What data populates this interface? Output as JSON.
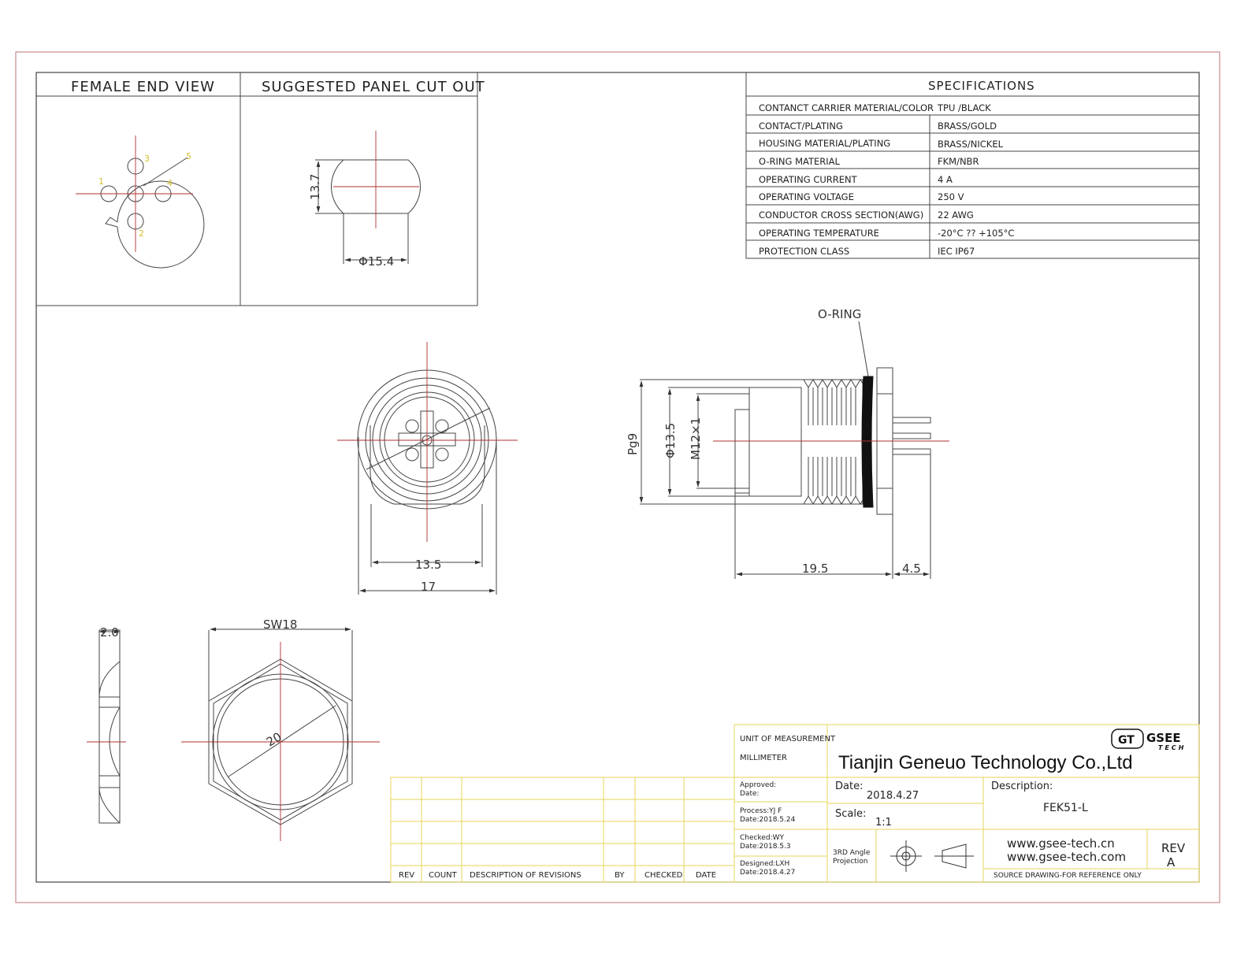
{
  "colors": {
    "frame": "#c98b8b",
    "line": "#444444",
    "center": "#b03030",
    "title_block": "#e6d65a",
    "pin_label": "#d4c030",
    "accent_text": "#222222"
  },
  "views": {
    "female_end_view": "FEMALE END VIEW",
    "panel_cut_out": "SUGGESTED PANEL CUT OUT",
    "pin_numbers": [
      "1",
      "2",
      "3",
      "4",
      "5"
    ]
  },
  "dimensions": {
    "cut_height": "13.7",
    "cut_diameter": "Φ15.4",
    "front_13_5": "13.5",
    "front_17": "17",
    "pg9": "Pg9",
    "phi13_5": "Φ13.5",
    "m12": "M12×1",
    "len_19_5": "19.5",
    "len_4_5": "4.5",
    "nut_thk": "2.0",
    "sw18": "SW18",
    "nut_dia": "20"
  },
  "labels": {
    "o_ring": "O-RING"
  },
  "specifications": {
    "title": "SPECIFICATIONS",
    "rows": [
      {
        "label": "CONTANCT CARRIER MATERIAL/COLOR",
        "value": "TPU /BLACK"
      },
      {
        "label": "CONTACT/PLATING",
        "value": "BRASS/GOLD"
      },
      {
        "label": "HOUSING MATERIAL/PLATING",
        "value": "BRASS/NICKEL"
      },
      {
        "label": "O-RING MATERIAL",
        "value": "FKM/NBR"
      },
      {
        "label": "OPERATING CURRENT",
        "value": "4 A"
      },
      {
        "label": "OPERATING VOLTAGE",
        "value": "250 V"
      },
      {
        "label": "CONDUCTOR CROSS SECTION(AWG)",
        "value": "22 AWG"
      },
      {
        "label": "OPERATING TEMPERATURE",
        "value": "-20°C ?? +105°C"
      },
      {
        "label": "PROTECTION CLASS",
        "value": "IEC  IP67"
      }
    ]
  },
  "revisions": {
    "headers": [
      "REV",
      "COUNT",
      "DESCRIPTION  OF  REVISIONS",
      "BY",
      "CHECKED",
      "DATE"
    ]
  },
  "title_block": {
    "unit_label": "UNIT OF MEASUREMENT",
    "unit_value": "MILLIMETER",
    "company": "Tianjin Geneuo Technology Co.,Ltd",
    "logo_mark": "GT",
    "logo_name": "GSEE",
    "logo_sub": "TECH",
    "approved": "Approved:",
    "approved_date": "Date:",
    "process": "Process:YJ F",
    "process_date": "Date:2018.5.24",
    "checked": "Checked:WY",
    "checked_date": "Date:2018.5.3",
    "designed": "Designed:LXH",
    "designed_date": "Date:2018.4.27",
    "date_label": "Date:",
    "date_value": "2018.4.27",
    "scale_label": "Scale:",
    "scale_value": "1:1",
    "projection_1": "3RD Angle",
    "projection_2": "Projection",
    "description_label": "Description:",
    "description_value": "FEK51-L",
    "website_1": "www.gsee-tech.cn",
    "website_2": "www.gsee-tech.com",
    "rev_label": "REV",
    "rev_value": "A",
    "source_note": "SOURCE DRAWING-FOR REFERENCE ONLY"
  }
}
